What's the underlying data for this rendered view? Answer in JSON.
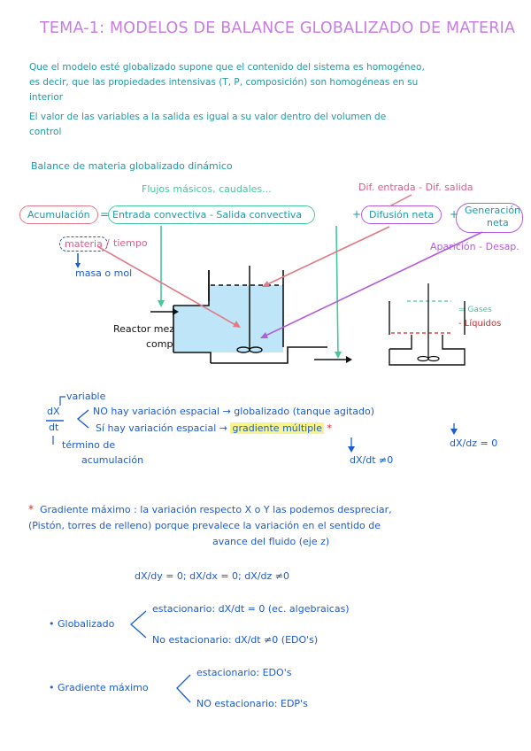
{
  "title": "TEMA-1: MODELOS DE BALANCE GLOBALIZADO DE MATERIA",
  "intro": {
    "line1": "Que el modelo esté globalizado supone que el contenido del sistema es homogéneo,",
    "line2": "es decir, que las propiedades intensivas (T, P, composición) son homogéneas en su",
    "line3": "interior",
    "line4": "El valor de las variables a la salida es igual a su valor dentro del volumen de",
    "line5": "control"
  },
  "balance": {
    "heading": "Balance de materia globalizado dinámico",
    "flujos": "Flujos másicos, caudales...",
    "dif": "Dif. entrada - Dif. salida",
    "acumulacion": "Acumulación",
    "equals": "=",
    "entrada": "Entrada convectiva",
    "minus1": "-",
    "salida": "Salida convectiva",
    "plus1": "+",
    "difusion": "Difusión neta",
    "plus2": "+",
    "generacion1": "Generación",
    "generacion2": "neta",
    "materia": "materia",
    "slash": "/",
    "tiempo": "tiempo",
    "masa": "masa o mol",
    "aparicion": "Aparición - Desap.",
    "reactor1": "Reactor mezcla",
    "reactor2": "completa",
    "gases": "= Gases",
    "liquidos": "- Líquidos"
  },
  "derivative": {
    "variable": "variable",
    "dX": "dX",
    "dt": "dt",
    "termino1": "término de",
    "termino2": "acumulación",
    "no": "NO hay variación espacial → globalizado (tanque agitado)",
    "si_pre": "Sí hay variación espacial →",
    "si_hl": "gradiente múltiple",
    "star": "*",
    "dxdt": "dX/dt ≠0",
    "dxdz": "dX/dz = 0"
  },
  "gradiente": {
    "star": "*",
    "line1": "Gradiente máximo   : la variación respecto X o Y las podemos despreciar,",
    "line2": "(Pistón, torres de relleno) porque prevalece la variación en el sentido de",
    "line3": "avance del fluido (eje z)",
    "eq": "dX/dy = 0;   dX/dx = 0;  dX/dz ≠0"
  },
  "summary": {
    "glob": "• Globalizado",
    "glob_est": "estacionario: dX/dt = 0     (ec. algebraicas)",
    "glob_noest": "No estacionario: dX/dt ≠0 (EDO's)",
    "grad": "• Gradiente máximo",
    "grad_est": "estacionario: EDO's",
    "grad_noest": "NO estacionario: EDP's"
  }
}
